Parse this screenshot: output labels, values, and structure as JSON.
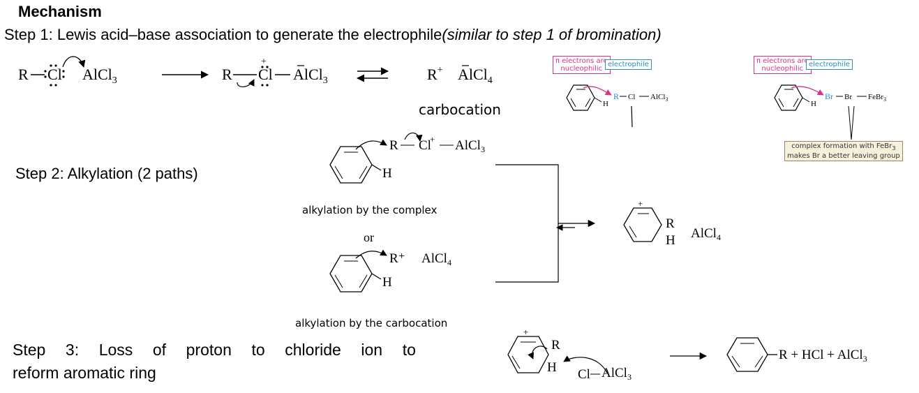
{
  "heading": "Mechanism",
  "step1": {
    "text": "Step 1:  Lewis acid–base association to generate the electrophile",
    "italic": "(similar to step 1 of bromination)"
  },
  "step2": {
    "text": "Step 2:  Alkylation (2 paths)"
  },
  "step3": {
    "line1_words": [
      "Step",
      "3:",
      "Loss",
      "of",
      "proton",
      "to",
      "chloride",
      "ion",
      "to"
    ],
    "line2": "reform aromatic ring"
  },
  "reaction1": {
    "reactant_r": "R",
    "reactant_cl": "Cl",
    "reactant_alcl3": "AlCl",
    "complex_r": "R",
    "complex_cl": "Cl",
    "complex_alcl3": "AlCl",
    "cation": "R",
    "anion": "AlCl",
    "sub3": "3",
    "sub4": "4",
    "plus": "+",
    "carbocation_label": "carbocation"
  },
  "inset_cl": {
    "pi_box": "π electrons are\nnucleophilic",
    "electrophile_box": "electrophile",
    "h": "H",
    "r": "R",
    "cl": "Cl",
    "alcl3": "AlCl"
  },
  "inset_br": {
    "pi_box": "π electrons are\nnucleophilic",
    "electrophile_box": "electrophile",
    "h": "H",
    "br1": "Br",
    "br2": "Br",
    "febr3": "FeBr",
    "note_line1": "complex formation with FeBr",
    "note_sub": "3",
    "note_line2": "makes Br a better leaving group"
  },
  "step2_diagram": {
    "path1_label": "alkylation by the complex",
    "or": "or",
    "path2_label": "alkylation by the carbocation",
    "h": "H",
    "r": "R",
    "cl": "Cl",
    "alcl3": "AlCl",
    "alcl4": "AlCl",
    "rplus": "R⁺"
  },
  "step3_diagram": {
    "r": "R",
    "h": "H",
    "cl": "Cl",
    "alcl3": "AlCl",
    "product": "R + HCl + AlCl"
  },
  "colors": {
    "pink": "#d63384",
    "blue": "#2a8fc1",
    "note_border": "#9a8a5a",
    "note_bg": "#f6f0dd"
  }
}
